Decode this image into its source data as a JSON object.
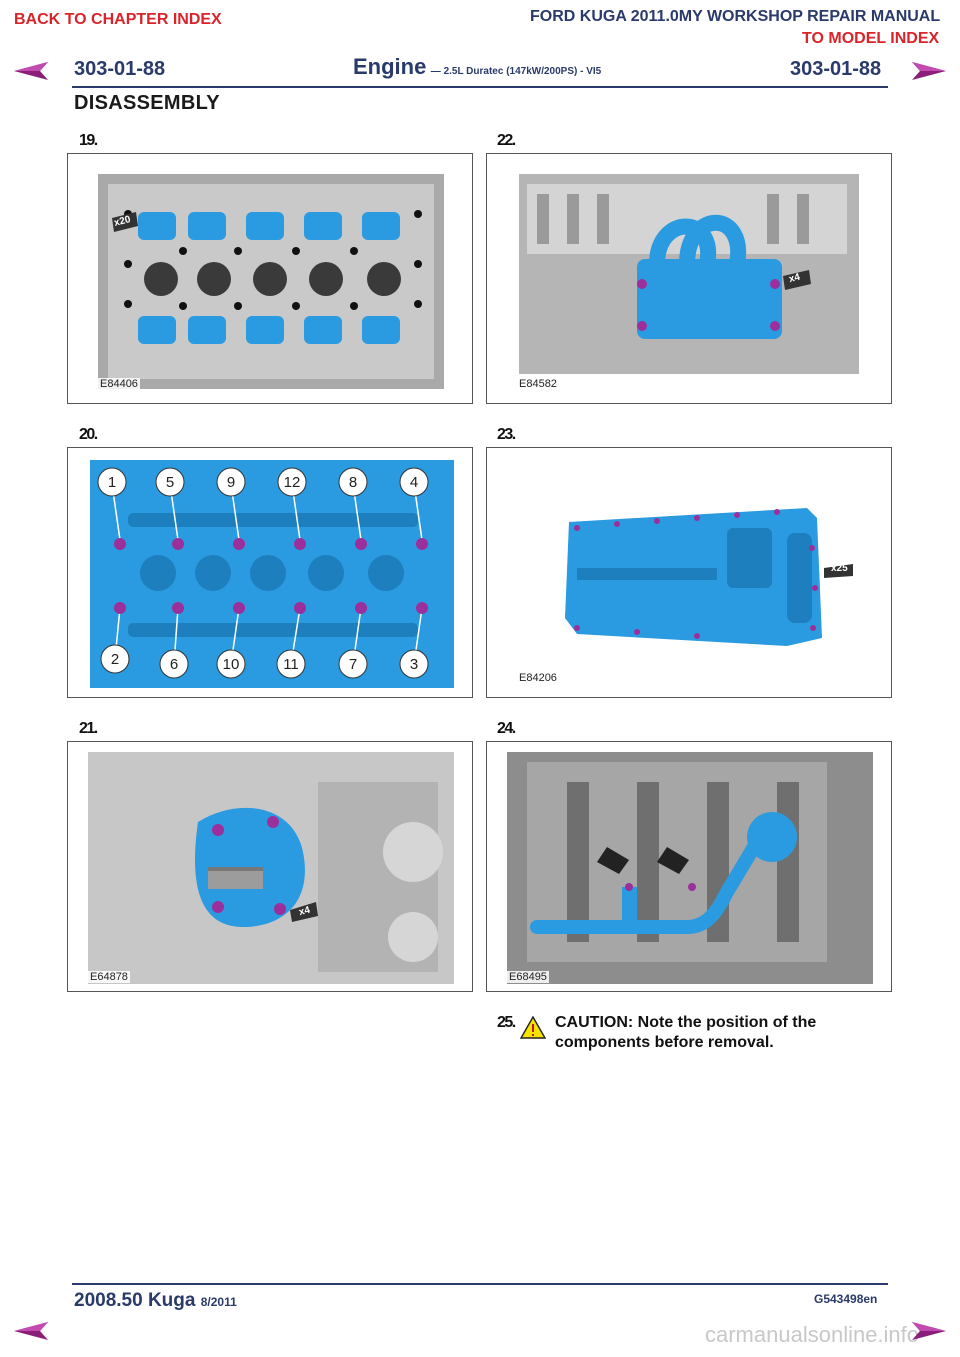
{
  "header": {
    "back_to_chapter": "BACK TO CHAPTER INDEX",
    "manual_title": "FORD KUGA 2011.0MY WORKSHOP REPAIR MANUAL",
    "to_model_index": "TO MODEL INDEX",
    "page_number_left": "303-01-88",
    "page_number_right": "303-01-88",
    "section_title": "Engine",
    "section_subtitle": "— 2.5L Duratec (147kW/200PS) - VI5",
    "section_heading": "DISASSEMBLY"
  },
  "steps": [
    {
      "number": "19.",
      "figure_code": "E84406",
      "callout": "x20"
    },
    {
      "number": "22.",
      "figure_code": "E84582",
      "callout": "x4"
    },
    {
      "number": "20.",
      "figure_code": "",
      "sequence_top": [
        "1",
        "5",
        "9",
        "12",
        "8",
        "4"
      ],
      "sequence_bottom": [
        "2",
        "6",
        "10",
        "11",
        "7",
        "3"
      ]
    },
    {
      "number": "23.",
      "figure_code": "E84206",
      "callout": "x25"
    },
    {
      "number": "21.",
      "figure_code": "E64878",
      "callout": "x4"
    },
    {
      "number": "24.",
      "figure_code": "E68495"
    }
  ],
  "caution": {
    "number": "25.",
    "text_line1": "CAUTION: Note the position of the",
    "text_line2": "components before removal."
  },
  "footer": {
    "model": "2008.50 Kuga",
    "date": "8/2011",
    "code": "G543498en",
    "watermark": "carmanualsonline.info"
  },
  "colors": {
    "accent_blue": "#2a3a6a",
    "link_red": "#d8242a",
    "component_blue": "#2a9be0",
    "bolt_purple": "#9b2f9c"
  }
}
